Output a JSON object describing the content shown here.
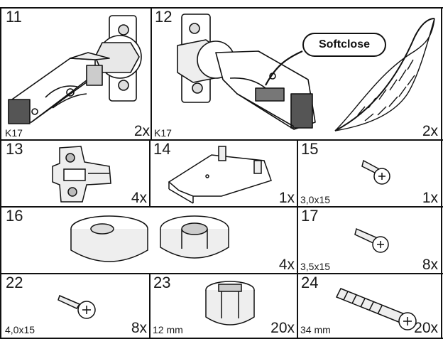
{
  "parts": [
    {
      "id": "p11",
      "number": "11",
      "label": "K17",
      "quantity": "2x"
    },
    {
      "id": "p12",
      "number": "12",
      "label": "K17",
      "quantity": "2x",
      "callout": "Softclose"
    },
    {
      "id": "p13",
      "number": "13",
      "label": "",
      "quantity": "4x"
    },
    {
      "id": "p14",
      "number": "14",
      "label": "",
      "quantity": "1x"
    },
    {
      "id": "p15",
      "number": "15",
      "label": "3,0x15",
      "quantity": "1x"
    },
    {
      "id": "p16",
      "number": "16",
      "label": "",
      "quantity": "4x"
    },
    {
      "id": "p17",
      "number": "17",
      "label": "3,5x15",
      "quantity": "8x"
    },
    {
      "id": "p22",
      "number": "22",
      "label": "4,0x15",
      "quantity": "8x"
    },
    {
      "id": "p23",
      "number": "23",
      "label": "12 mm",
      "quantity": "20x"
    },
    {
      "id": "p24",
      "number": "24",
      "label": "34 mm",
      "quantity": "20x"
    }
  ],
  "icons": {
    "p11": "concealed-hinge-icon",
    "p12": "softclose-hinge-icon",
    "p13": "mounting-plate-icon",
    "p14": "bracket-plate-icon",
    "p15": "screw-icon",
    "p16": "adjustable-foot-icon",
    "p17": "screw-icon",
    "p22": "screw-icon",
    "p23": "cam-lock-icon",
    "p24": "dowel-bolt-icon"
  },
  "colors": {
    "line": "#111111",
    "grey_fill": "#d9d9d9",
    "dark_fill": "#555555"
  }
}
